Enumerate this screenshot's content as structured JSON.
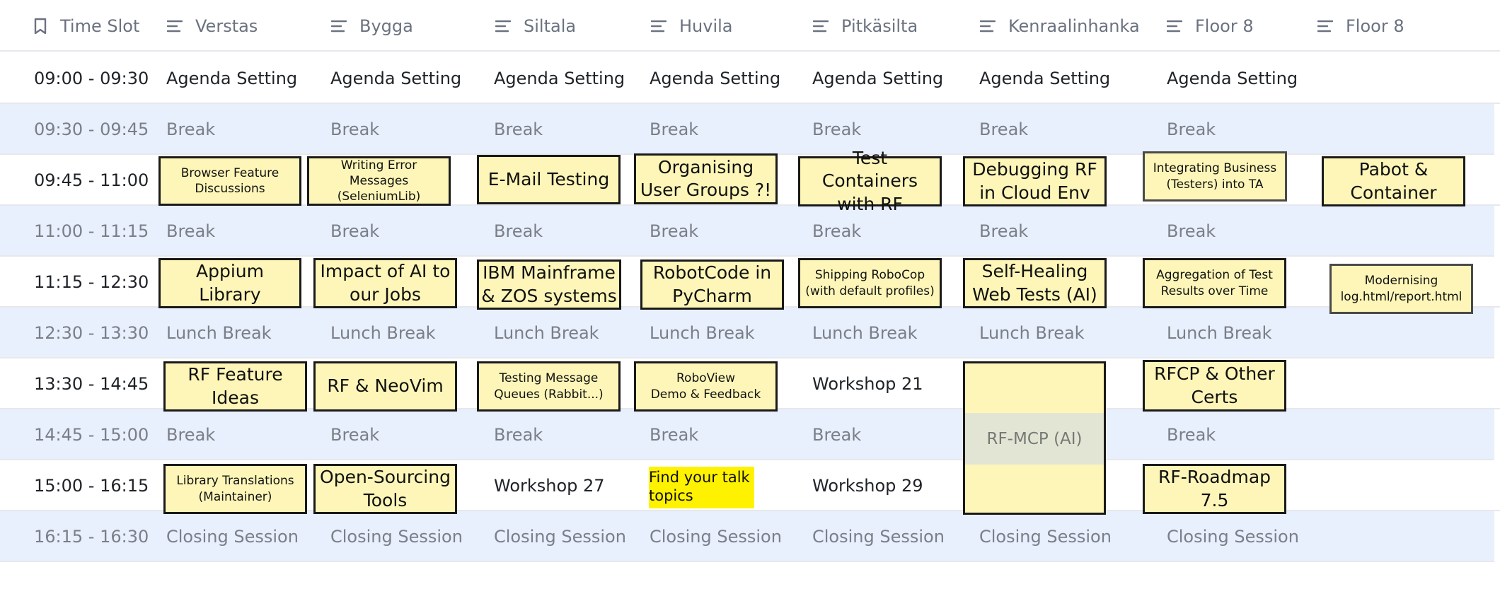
{
  "header": {
    "time_slot": "Time Slot",
    "rooms": [
      "Verstas",
      "Bygga",
      "Siltala",
      "Huvila",
      "Pitkäsilta",
      "Kenraalinhanka",
      "Floor 8",
      "Floor 8"
    ]
  },
  "slots": [
    "09:00 - 09:30",
    "09:30 - 09:45",
    "09:45 - 11:00",
    "11:00 - 11:15",
    "11:15 - 12:30",
    "12:30 - 13:30",
    "13:30 - 14:45",
    "14:45 - 15:00",
    "15:00 - 16:15",
    "16:15 - 16:30"
  ],
  "labels": {
    "agenda": "Agenda Setting",
    "break": "Break",
    "lunch": "Lunch Break",
    "closing": "Closing Session"
  },
  "sessions": {
    "s0945": [
      "Browser Feature Discussions",
      "Writing Error Messages (SeleniumLib)",
      "E-Mail Testing",
      "Organising User Groups ?!",
      "Test Containers with RF",
      "Debugging RF in Cloud Env",
      "Integrating Business (Testers) into TA",
      "Pabot & Container"
    ],
    "s1115": [
      "Appium Library",
      "Impact of AI to our Jobs",
      "IBM Mainframe & ZOS systems",
      "RobotCode in PyCharm",
      "Shipping RoboCop (with default profiles)",
      "Self-Healing Web Tests (AI)",
      "Aggregation of Test Results over Time",
      "Modernising log.html/report.html"
    ],
    "s1330": [
      "RF Feature Ideas",
      "RF &  NeoVim",
      "Testing Message Queues (Rabbit...)",
      "RoboView\nDemo & Feedback",
      "Workshop 21",
      "RFCP & Other Certs"
    ],
    "s1500": [
      "Library Translations (Maintainer)",
      "Open-Sourcing Tools",
      "Workshop 27",
      "Find your talk topics",
      "Workshop 29",
      "RF-Roadmap 7.5"
    ],
    "rf_mcp": "RF-MCP (AI)"
  },
  "colors": {
    "sticky_fill": "#fdf6b8",
    "break_row": "#e8effd",
    "highlight": "#fff200"
  }
}
